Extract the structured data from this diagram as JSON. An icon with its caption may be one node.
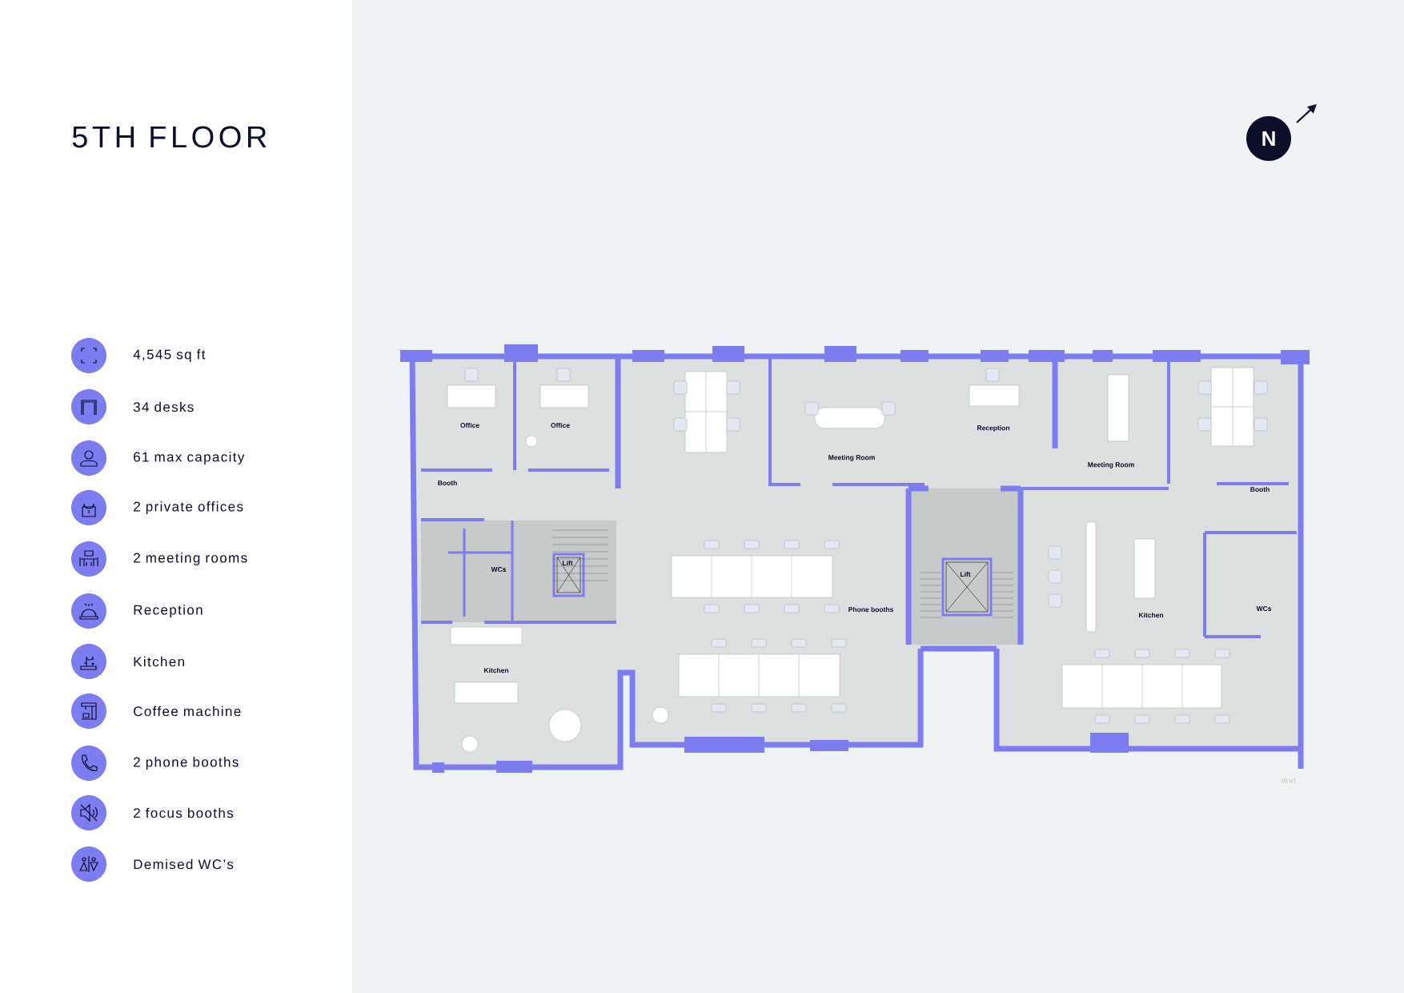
{
  "diagram": {
    "title": "5TH FLOOR",
    "nodes": [
      {
        "text": [
          "N"
        ]
      }
    ],
    "labels": [
      "4,545 sq ft",
      "34 desks",
      "61 max capacity",
      "2 private offices",
      "2 meeting rooms",
      "Reception",
      "Kitchen",
      "Coffee machine",
      "2 phone booths",
      "2 focus booths",
      "Demised WC’s",
      "Office",
      "Office",
      "Reception",
      "Meeting Room",
      "Meeting Room",
      "Booth",
      "Booth",
      "Lift",
      "WCs",
      "Lift",
      "WCs",
      "Phone booths",
      "Kitchen",
      "Kitchen",
      "05.V1"
    ]
  }
}
